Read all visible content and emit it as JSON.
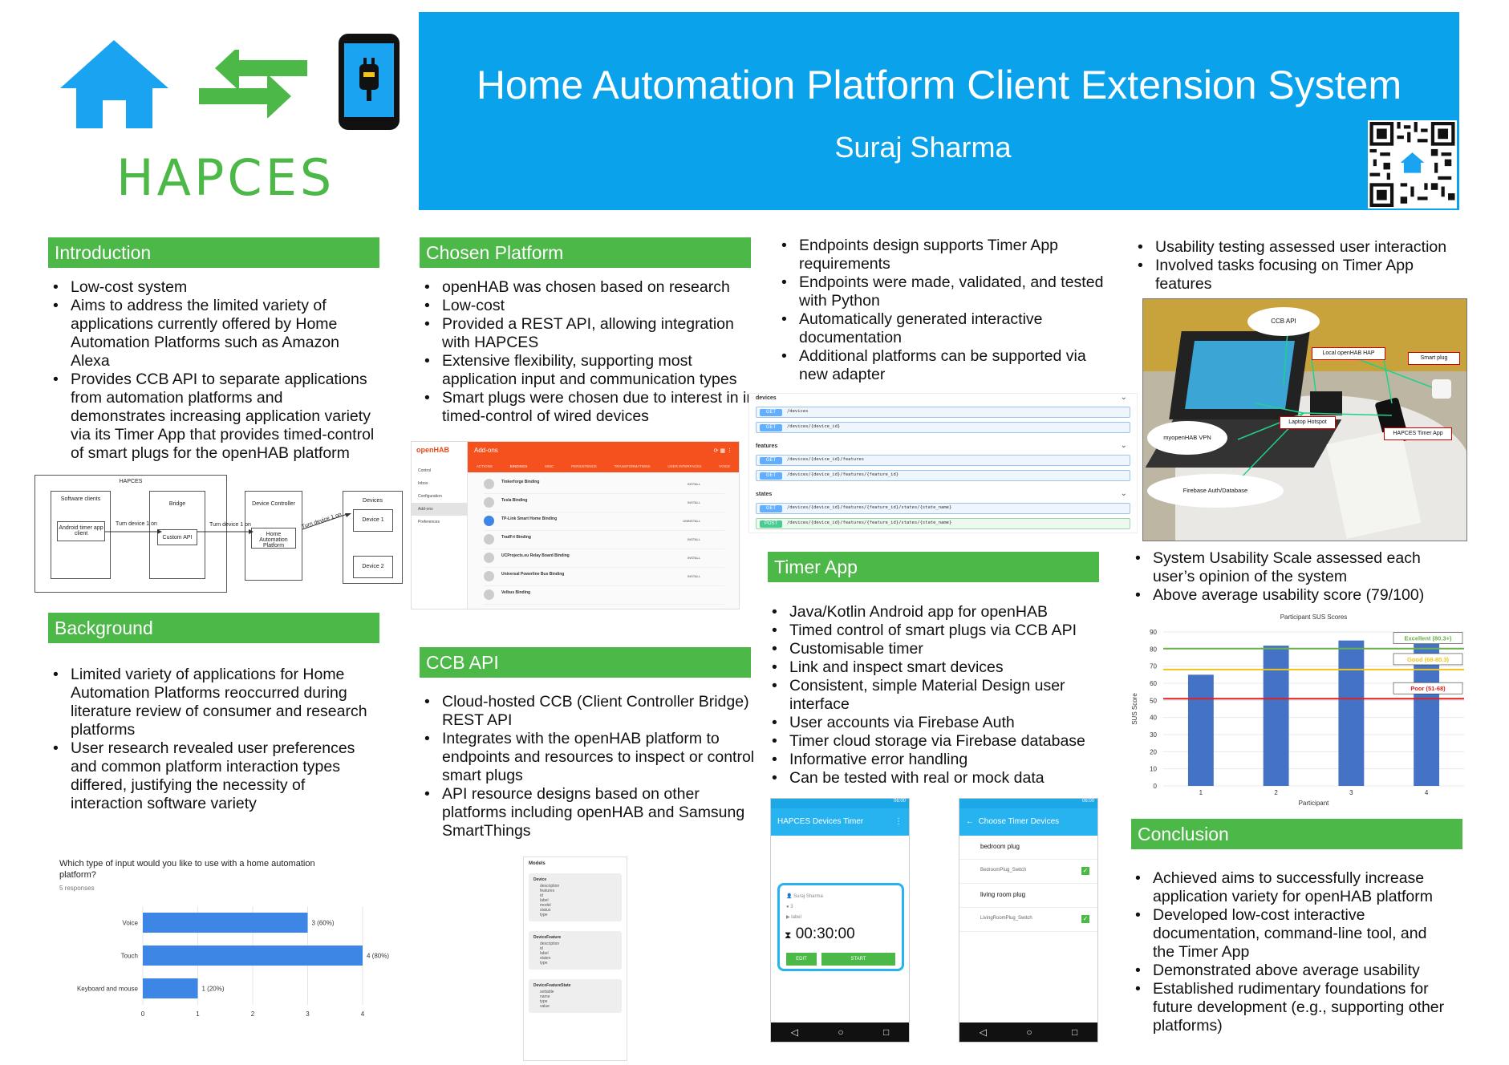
{
  "header": {
    "title": "Home Automation Platform Client Extension System",
    "author": "Suraj Sharma",
    "logo_text": "HAPCES"
  },
  "colors": {
    "banner": "#0aa2ea",
    "section_header": "#4cb847",
    "logo_green": "#4cb847",
    "logo_blue": "#1aa3f0"
  },
  "introduction": {
    "heading": "Introduction",
    "bullets": [
      "Low-cost system",
      "Aims to address the limited variety of applications currently offered by Home Automation Platforms such as Amazon Alexa",
      "Provides CCB API to separate applications from automation platforms and demonstrates increasing application variety via its Timer App that provides timed-control of smart plugs for the openHAB platform"
    ]
  },
  "architecture": {
    "outer": "HAPCES",
    "software_clients": "Software clients",
    "android_client": "Android timer app client",
    "bridge": "Bridge",
    "custom_api": "Custom API",
    "device_controller": "Device Controller",
    "home_platform": "Home Automation Platform",
    "devices": "Devices",
    "device1": "Device 1",
    "device2": "Device 2",
    "arrow1": "Turn device 1 on",
    "arrow2": "Turn device 1 on",
    "arrow3": "Turn device 1 on"
  },
  "background": {
    "heading": "Background",
    "bullets": [
      "Limited variety of applications for Home Automation Platforms reoccurred during literature review of consumer and research platforms",
      "User research revealed  user preferences and common platform interaction types differed, justifying the necessity of interaction software variety"
    ]
  },
  "survey_chart": {
    "question": "Which type of input would you like to use with a home automation platform?",
    "responses": "5 responses"
  },
  "chosen_platform": {
    "heading": "Chosen Platform",
    "bullets": [
      "openHAB was chosen based on research",
      "Low-cost",
      "Provided a REST API, allowing integration with HAPCES",
      "Extensive flexibility, supporting most application input and communication types",
      "Smart plugs were chosen due to interest in in timed-control of wired devices"
    ]
  },
  "openhab_shot": {
    "brand": "openHAB",
    "bar_title": "Add-ons",
    "sidebar": [
      "Control",
      "Inbox",
      "Configuration",
      "Add-ons",
      "Preferences"
    ],
    "tabs": [
      "ACTIONS",
      "BINDINGS",
      "MISC",
      "PERSISTENCE",
      "TRANSFORMATIONS",
      "USER INTERFACES",
      "VOICE"
    ],
    "items": [
      {
        "name": "Tinkerforge Binding",
        "action": "INSTALL"
      },
      {
        "name": "Tesla Binding",
        "action": "INSTALL"
      },
      {
        "name": "TP-Link Smart Home Binding",
        "action": "UNINSTALL"
      },
      {
        "name": "TradFri Binding",
        "action": "INSTALL"
      },
      {
        "name": "UCProjects.eu Relay Board Binding",
        "action": "INSTALL"
      },
      {
        "name": "Universal Powerline Bus Binding",
        "action": "INSTALL"
      },
      {
        "name": "Velbus Binding",
        "action": ""
      }
    ]
  },
  "ccb_api": {
    "heading": "CCB API",
    "bullets": [
      "Cloud-hosted CCB (Client Controller Bridge) REST API",
      "Integrates with the openHAB platform to endpoints and resources to inspect or control smart plugs",
      "API resource designs based on other platforms including openHAB and Samsung SmartThings"
    ]
  },
  "models_shot": {
    "title": "Models",
    "models": [
      {
        "name": "Device",
        "fields": [
          "description",
          "features",
          "id",
          "label",
          "model",
          "status",
          "type"
        ]
      },
      {
        "name": "DeviceFeature",
        "fields": [
          "description",
          "id",
          "label",
          "states",
          "type"
        ]
      },
      {
        "name": "DeviceFeatureState",
        "fields": [
          "settable",
          "name",
          "type",
          "value"
        ]
      }
    ]
  },
  "endpoints": {
    "bullets": [
      "Endpoints design supports Timer App requirements",
      "Endpoints were made, validated, and tested with Python",
      "Automatically generated interactive documentation",
      "Additional platforms can be supported via new adapter"
    ]
  },
  "swagger_shot": {
    "groups": [
      {
        "name": "devices",
        "rows": [
          {
            "method": "GET",
            "path": "/devices"
          },
          {
            "method": "GET",
            "path": "/devices/{device_id}"
          }
        ]
      },
      {
        "name": "features",
        "rows": [
          {
            "method": "GET",
            "path": "/devices/{device_id}/features"
          },
          {
            "method": "GET",
            "path": "/devices/{device_id}/features/{feature_id}"
          }
        ]
      },
      {
        "name": "states",
        "rows": [
          {
            "method": "GET",
            "path": "/devices/{device_id}/features/{feature_id}/states/{state_name}"
          },
          {
            "method": "POST",
            "path": "/devices/{device_id}/features/{feature_id}/states/{state_name}"
          }
        ]
      }
    ]
  },
  "timer_app": {
    "heading": "Timer App",
    "bullets": [
      "Java/Kotlin Android app for openHAB",
      "Timed control of smart plugs via CCB API",
      "Customisable timer",
      "Link and inspect smart devices",
      "Consistent, simple Material Design user interface",
      "User accounts via Firebase Auth",
      "Timer cloud storage via Firebase database",
      "Informative error handling",
      "Can be tested with real or mock data"
    ]
  },
  "phone1": {
    "status_time": "06:00",
    "title": "HAPCES Devices Timer",
    "user": "Suraj Sharma",
    "count": "3",
    "label": "label",
    "timer": "00:30:00",
    "edit": "EDIT",
    "start": "START"
  },
  "phone2": {
    "status_time": "06:00",
    "title": "Choose Timer Devices",
    "rows": [
      "bedroom plug",
      "BedroomPlug_Switch",
      "living room plug",
      "LivingRoomPlug_Switch"
    ]
  },
  "usability": {
    "bullets_top": [
      "Usability testing assessed user interaction",
      "Involved tasks focusing on Timer App features"
    ],
    "bullets_bottom": [
      "System Usability Scale assessed each user’s opinion of the system",
      "Above average usability score (79/100)"
    ]
  },
  "photo_labels": {
    "ccb_api": "CCB API",
    "local_hap": "Local openHAB HAP",
    "smart_plug": "Smart plug",
    "laptop_hotspot": "Laptop Hotspot",
    "vpn": "myopenHAB VPN",
    "timer_app": "HAPCES Timer App",
    "firebase": "Firebase Auth/Database"
  },
  "conclusion": {
    "heading": "Conclusion",
    "bullets": [
      "Achieved aims to successfully increase application variety for openHAB platform",
      "Developed low-cost interactive documentation, command-line tool, and the Timer App",
      "Demonstrated above average usability",
      "Established rudimentary foundations for future development (e.g., supporting other platforms)"
    ]
  },
  "chart_data": [
    {
      "type": "bar",
      "orientation": "horizontal",
      "title": "Which type of input would you like to use with a home automation platform?",
      "subtitle": "5 responses",
      "categories": [
        "Voice",
        "Touch",
        "Keyboard and mouse"
      ],
      "values": [
        3,
        4,
        1
      ],
      "data_labels": [
        "3 (60%)",
        "4 (80%)",
        "1 (20%)"
      ],
      "xlim": [
        0,
        4
      ],
      "xticks": [
        0,
        1,
        2,
        3,
        4
      ],
      "color": "#3d86e6"
    },
    {
      "type": "bar",
      "title": "Participant SUS Scores",
      "xlabel": "Participant",
      "ylabel": "SUS Score",
      "categories": [
        "1",
        "2",
        "3",
        "4"
      ],
      "values": [
        65,
        82,
        85,
        85
      ],
      "ylim": [
        0,
        90
      ],
      "yticks": [
        0,
        10,
        20,
        30,
        40,
        50,
        60,
        70,
        80,
        90
      ],
      "color": "#4472c4",
      "reference_lines": [
        {
          "name": "Excellent (80.3+)",
          "value": 80.3,
          "color": "#6ab04c"
        },
        {
          "name": "Good (68-80.3)",
          "value": 68,
          "color": "#f0c419"
        },
        {
          "name": "Poor (51-68)",
          "value": 51,
          "color": "#e02020"
        }
      ]
    }
  ]
}
